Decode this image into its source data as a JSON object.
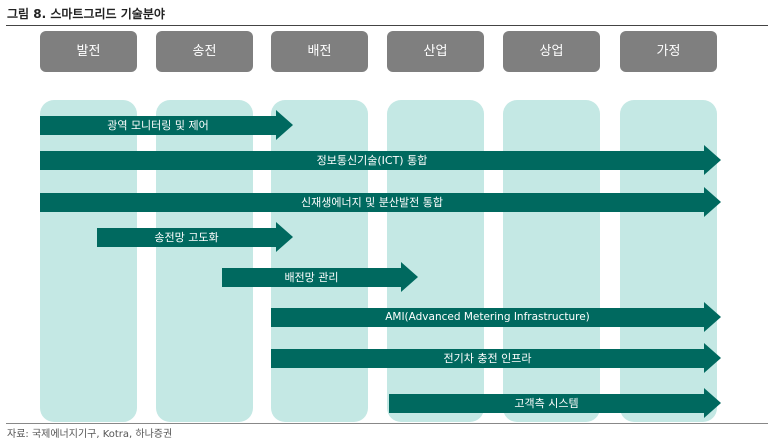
{
  "title": "그림 8. 스마트그리드 기술분야",
  "source": "자료: 국제에너지기구, Kotra, 하나증권",
  "columns": [
    "발전",
    "송전",
    "배전",
    "산업",
    "상업",
    "가정"
  ],
  "flows": [
    {
      "label": "광역 모니터링 및 제어",
      "from": "발전",
      "to": "배전"
    },
    {
      "label": "정보통신기술(ICT) 통합",
      "from": "발전",
      "to": "가정"
    },
    {
      "label": "신재생에너지 및 분산발전 통합",
      "from": "발전",
      "to": "가정"
    },
    {
      "label": "송전망 고도화",
      "from": "발전",
      "to": "배전"
    },
    {
      "label": "배전망 관리",
      "from": "송전",
      "to": "산업"
    },
    {
      "label": "AMI(Advanced Metering Infrastructure)",
      "from": "배전",
      "to": "가정"
    },
    {
      "label": "전기차 충전 인프라",
      "from": "배전",
      "to": "가정"
    },
    {
      "label": "고객측 시스템",
      "from": "산업",
      "to": "가정"
    }
  ],
  "colors": {
    "header": "#7f7f7f",
    "column": "#c4e8e4",
    "arrow": "#00695f",
    "arrow_text": "#ffffff"
  }
}
